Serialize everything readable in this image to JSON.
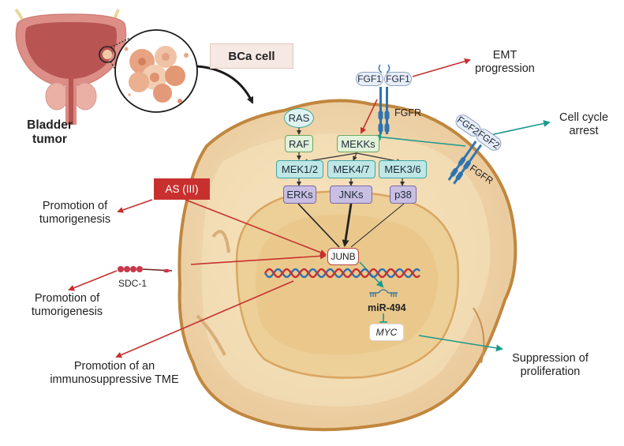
{
  "figure": {
    "title_box": "BCa cell",
    "organ_label": "Bladder tumor",
    "organ_label_lines": [
      "Bladder",
      "tumor"
    ]
  },
  "pathway": {
    "ras": "RAS",
    "raf": "RAF",
    "mekks": "MEKKs",
    "mek12": "MEK1/2",
    "mek47": "MEK4/7",
    "mek36": "MEK3/6",
    "erks": "ERKs",
    "jnks": "JNKs",
    "p38": "p38",
    "junb": "JUNB",
    "mir": "miR-494",
    "myc": "MYC"
  },
  "receptors": {
    "fgf1_left": "FGF1",
    "fgf1_right": "FGF1",
    "fgfr_top": "FGFR",
    "fgf2_left": "FGF2",
    "fgf2_right": "FGF2",
    "fgfr_right": "FGFR",
    "sdc1": "SDC-1"
  },
  "stimulus": {
    "as3": "AS (III)"
  },
  "outcomes": {
    "emt": [
      "EMT",
      "progression"
    ],
    "cell_cycle": [
      "Cell cycle",
      "arrest"
    ],
    "tumorigenesis_1": [
      "Promotion of",
      "tumorigenesis"
    ],
    "tumorigenesis_2": [
      "Promotion of",
      "tumorigenesis"
    ],
    "immuno": [
      "Promotion of an",
      "immunosuppressive TME"
    ],
    "suppression": [
      "Suppression of",
      "proliferation"
    ]
  },
  "colors": {
    "activation_red": "#c7302f",
    "teal": "#1a9a8c",
    "cell_outline": "#c0873f",
    "cell_fill": "#f3dcb2",
    "nucleus_fill": "#eccb92"
  }
}
